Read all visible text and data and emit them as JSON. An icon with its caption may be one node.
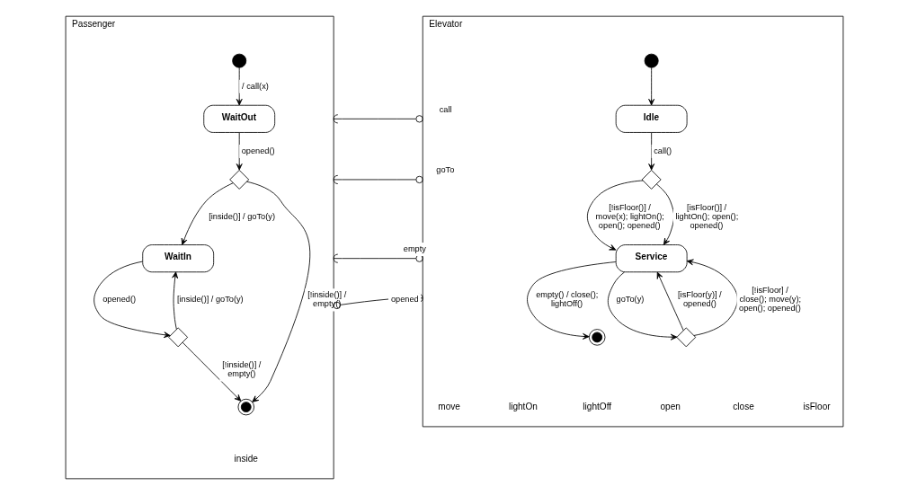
{
  "diagram": {
    "nodes": [
      {
        "text": [
          "Passenger"
        ],
        "beside": [
          "inside"
        ]
      },
      {
        "text": [],
        "shape": "circle",
        "in": 0
      },
      {
        "text": [
          "WaitOut"
        ],
        "in": 0
      },
      {
        "text": [],
        "shape": "diamond",
        "in": 0
      },
      {
        "text": [
          "WaitIn"
        ],
        "in": 0
      },
      {
        "text": [],
        "shape": "diamond",
        "in": 0
      },
      {
        "text": [],
        "shape": "circle",
        "in": 0
      },
      {
        "text": [
          "Elevator"
        ],
        "beside": [
          "move",
          "lightOn",
          "lightOff",
          "open",
          "close",
          "isFloor"
        ]
      },
      {
        "text": [],
        "shape": "circle",
        "in": 7
      },
      {
        "text": [
          "Idle"
        ],
        "in": 7
      },
      {
        "text": [],
        "shape": "diamond",
        "in": 7
      },
      {
        "text": [
          "Service"
        ],
        "in": 7
      },
      {
        "text": [],
        "shape": "diamond",
        "in": 7
      },
      {
        "text": [],
        "shape": "circle",
        "in": 7
      }
    ],
    "edges": [
      {
        "from": 1,
        "to": 2,
        "arrow": "to",
        "label": "/ call(x)"
      },
      {
        "from": 2,
        "to": 3,
        "arrow": "to",
        "label": "opened()"
      },
      {
        "from": 3,
        "to": 4,
        "arrow": "to",
        "label": "[inside()] / goTo(y)"
      },
      {
        "from": 3,
        "to": 6,
        "arrow": "to",
        "label": "[!inside()] / empty()"
      },
      {
        "from": 4,
        "to": 5,
        "arrow": "to",
        "label": "opened()"
      },
      {
        "from": 5,
        "to": 4,
        "arrow": "to",
        "label": "[inside()] / goTo(y)"
      },
      {
        "from": 5,
        "to": 6,
        "arrow": "to",
        "label": "[!inside()] / empty()"
      },
      {
        "from": 8,
        "to": 9,
        "arrow": "to"
      },
      {
        "from": 9,
        "to": 10,
        "arrow": "to",
        "label": "call()"
      },
      {
        "from": 10,
        "to": 11,
        "arrow": "to",
        "label": "[!isFloor()] / move(x); lightOn(); open(); opened()"
      },
      {
        "from": 10,
        "to": 11,
        "arrow": "to",
        "label": "[isFloor()] / lightOn(); open(); opened()"
      },
      {
        "from": 11,
        "to": 13,
        "arrow": "to",
        "label": "empty() / close(); lightOff()"
      },
      {
        "from": 11,
        "to": 12,
        "arrow": "to",
        "label": "goTo(y)"
      },
      {
        "from": 12,
        "to": 11,
        "arrow": "to",
        "label": "[isFloor(y)] / opened()"
      },
      {
        "from": 12,
        "to": 11,
        "arrow": "to",
        "label": "[!isFloor] / close(); move(y); open(); opened()"
      },
      {
        "from": 0,
        "to": 7,
        "arrow": "other",
        "label": "call"
      },
      {
        "from": 0,
        "to": 7,
        "arrow": "other",
        "label": "goTo"
      },
      {
        "from": 0,
        "to": 7,
        "arrow": "other",
        "label": "empty"
      },
      {
        "from": 7,
        "to": 0,
        "arrow": "other",
        "label": "opened"
      }
    ]
  }
}
